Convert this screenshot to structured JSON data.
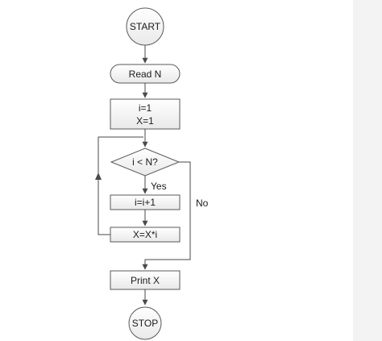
{
  "nodes": {
    "start": {
      "label": "START"
    },
    "read": {
      "label": "Read N"
    },
    "init": {
      "lines": [
        "i=1",
        "X=1"
      ]
    },
    "decision": {
      "label": "i < N?"
    },
    "increment": {
      "label": "i=i+1"
    },
    "multiply": {
      "label": "X=X*i"
    },
    "print": {
      "label": "Print X"
    },
    "stop": {
      "label": "STOP"
    }
  },
  "edges": {
    "yes_label": "Yes",
    "no_label": "No"
  },
  "colors": {
    "stroke": "#5a5a5a",
    "fill_light": "#f7f7f7",
    "fill_box": "#f2f2f2",
    "text": "#1a1a1a",
    "panel": "#f3f3f3"
  }
}
